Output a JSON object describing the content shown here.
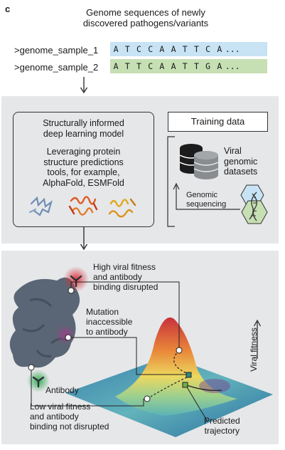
{
  "panel_letter": "c",
  "title": [
    "Genome sequences of newly",
    "discovered pathogens/variants"
  ],
  "samples": [
    {
      "label": ">genome_sample_1",
      "bases": [
        "A",
        "T",
        "C",
        "C",
        "A",
        "A",
        "T",
        "T",
        "C",
        "A"
      ],
      "ellipsis": "...",
      "color": "#c7e3f4"
    },
    {
      "label": ">genome_sample_2",
      "bases": [
        "A",
        "T",
        "T",
        "C",
        "A",
        "A",
        "T",
        "T",
        "G",
        "A"
      ],
      "ellipsis": "...",
      "color": "#c6dfb3"
    }
  ],
  "model": {
    "title": [
      "Structurally informed",
      "deep learning model"
    ],
    "desc": [
      "Leveraging protein",
      "structure predictions",
      "tools, for example,",
      "AlphaFold, ESMFold"
    ]
  },
  "training_data": "Training data",
  "datasets": [
    "Viral",
    "genomic",
    "datasets"
  ],
  "genomic_sequencing": [
    "Genomic",
    "sequencing"
  ],
  "annotations": {
    "high_fitness": [
      "High viral fitness",
      "and antibody",
      "binding disrupted"
    ],
    "mutation": [
      "Mutation",
      "inaccessible",
      "to antibody"
    ],
    "antibody": "Antibody",
    "low_fitness": [
      "Low viral fitness",
      "and antibody",
      "binding not disrupted"
    ],
    "predicted": [
      "Predicted",
      "trajectory"
    ],
    "viral_fitness_axis": "Viral fitness"
  },
  "colors": {
    "panel_bg": "#e6e7e9",
    "seq_blue": "#c7e3f4",
    "seq_green": "#c6dfb3",
    "protein": "#5a6675",
    "peak_red": "#c8313c",
    "landscape_teal": "#3d8fb0"
  }
}
